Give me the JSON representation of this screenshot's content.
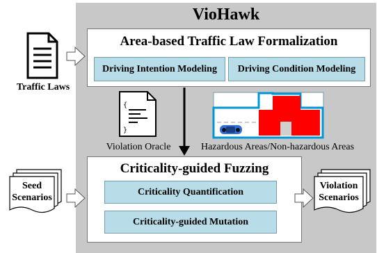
{
  "title": "VioHawk",
  "formalization": {
    "title": "Area-based Traffic Law Formalization",
    "intention": "Driving Intention Modeling",
    "condition": "Driving Condition Modeling"
  },
  "fuzzing": {
    "title": "Criticality-guided Fuzzing",
    "quantification": "Criticality Quantification",
    "mutation": "Criticality-guided Mutation"
  },
  "inputs": {
    "traffic_laws": "Traffic Laws",
    "seed_line1": "Seed",
    "seed_line2": "Scenarios"
  },
  "outputs": {
    "violation_line1": "Violation",
    "violation_line2": "Scenarios"
  },
  "artifacts": {
    "oracle": "Violation Oracle",
    "areas": "Hazardous Areas/Non-hazardous Areas"
  },
  "colors": {
    "panel": "#c8c8c8",
    "module": "#b9dde8",
    "hazard": "#ff0000",
    "road_outline": "#0096d6",
    "car": "#2e6fd9"
  }
}
